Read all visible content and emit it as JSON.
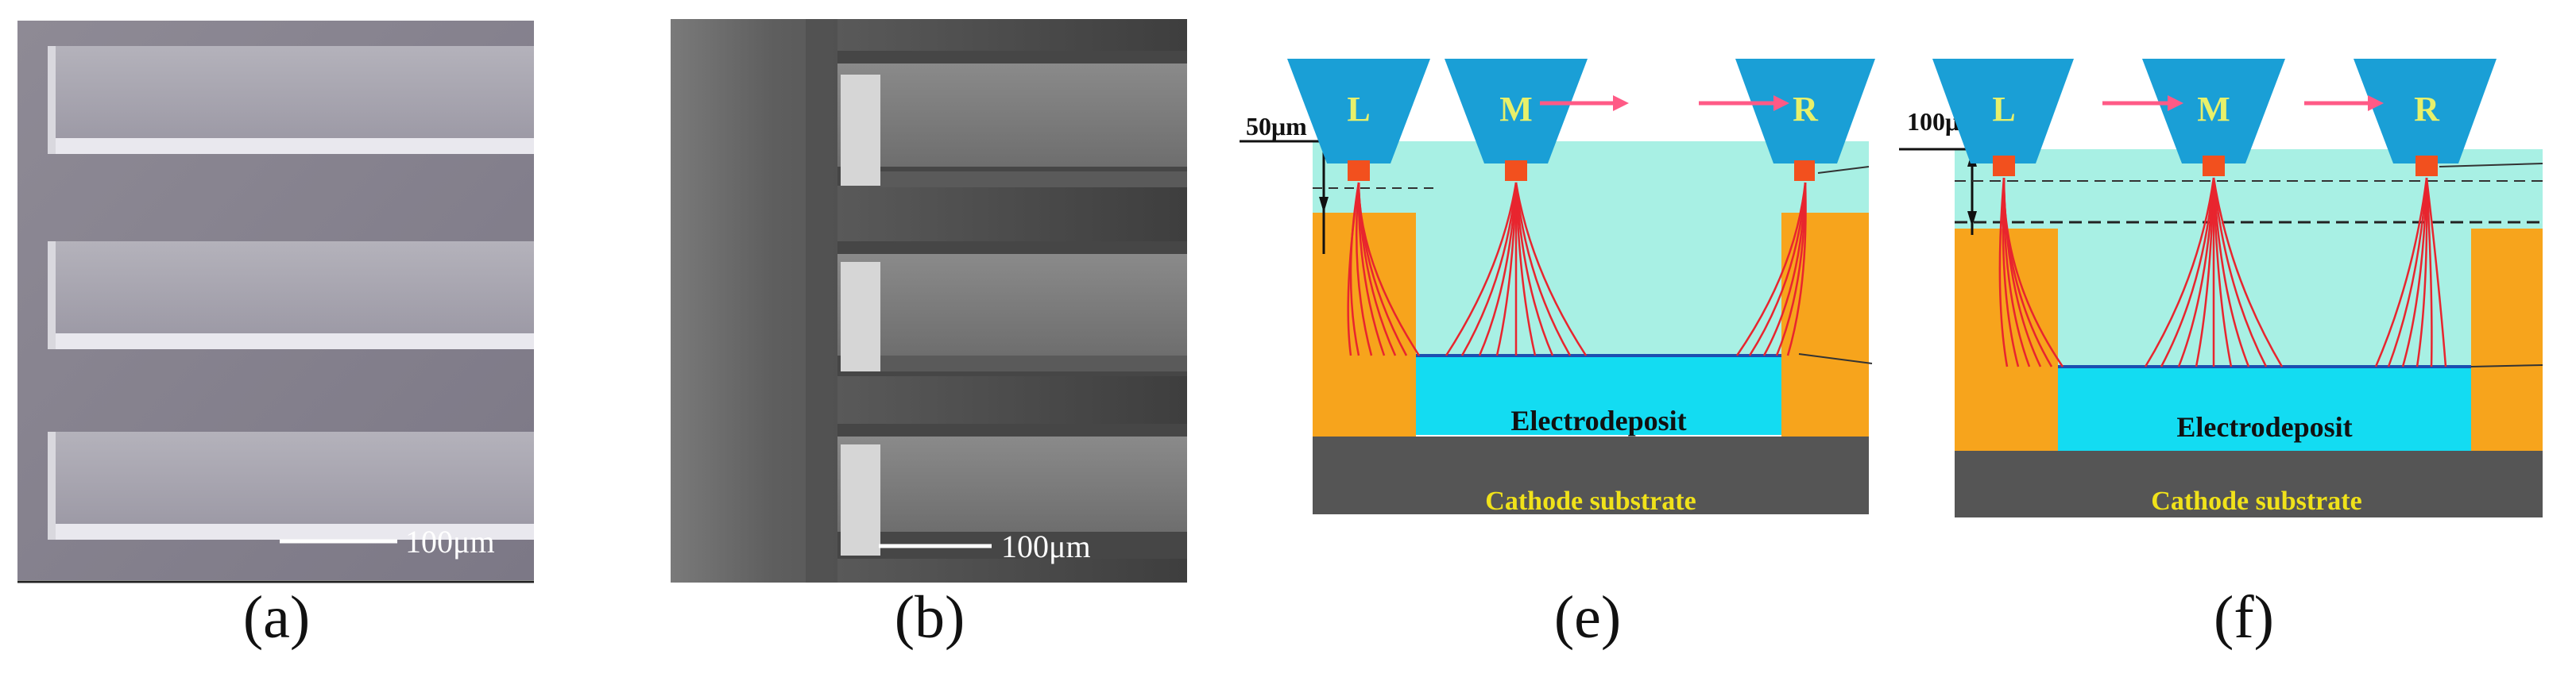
{
  "panels": {
    "a": {
      "caption": "(a)",
      "scale_bar": "100μm"
    },
    "b": {
      "caption": "(b)",
      "scale_bar": "100μm"
    },
    "e": {
      "caption": "(e)",
      "nozzles": [
        "L",
        "M",
        "R"
      ],
      "depth_label": "50μm",
      "deposit_label": "Electrodeposit",
      "substrate_label": "Cathode substrate"
    },
    "f": {
      "caption": "(f)",
      "nozzles": [
        "L",
        "M",
        "R"
      ],
      "depth_label": "100μm",
      "deposit_label": "Electrodeposit",
      "substrate_label": "Cathode substrate"
    }
  },
  "colors": {
    "electrolyte": "#a8f0e4",
    "nozzle": "#1a9fd6",
    "nozzle_letter": "#e8f06a",
    "anode": "#f2501e",
    "field_lines": "#e8252e",
    "deposit": "#13dcf2",
    "mask": "#f7a41c",
    "substrate": "#555555",
    "substrate_text": "#f0e21a",
    "arrow": "#ff5a86"
  }
}
